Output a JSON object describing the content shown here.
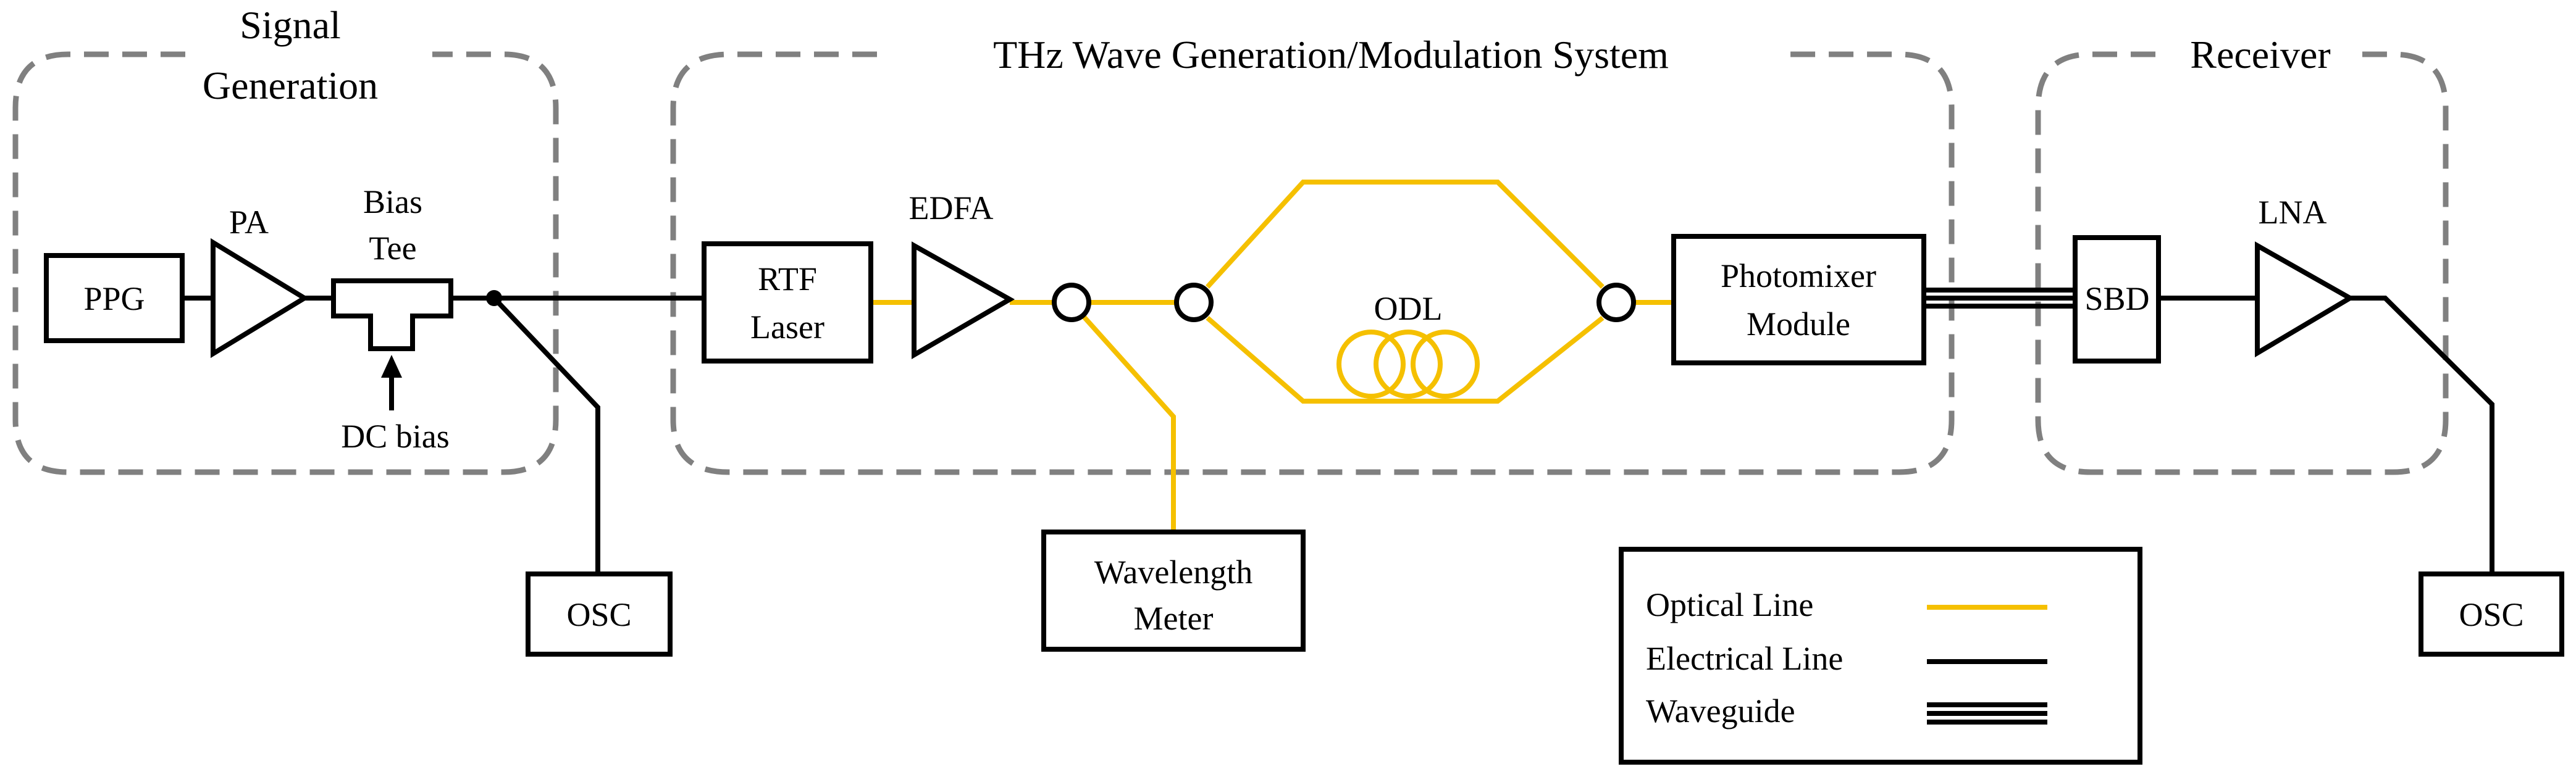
{
  "groups": {
    "signal_generation": [
      "Signal",
      "Generation"
    ],
    "thz_system": "THz Wave Generation/Modulation System",
    "receiver": "Receiver"
  },
  "components": {
    "ppg": "PPG",
    "pa": "PA",
    "bias_tee": [
      "Bias",
      "Tee"
    ],
    "dc_bias": "DC bias",
    "osc_left": "OSC",
    "rtf_laser": [
      "RTF",
      "Laser"
    ],
    "edfa": "EDFA",
    "odl": "ODL",
    "wavelength_meter": [
      "Wavelength",
      "Meter"
    ],
    "photomixer": [
      "Photomixer",
      "Module"
    ],
    "sbd": "SBD",
    "lna": "LNA",
    "osc_right": "OSC"
  },
  "legend": {
    "optical": "Optical Line",
    "electrical": "Electrical Line",
    "waveguide": "Waveguide"
  },
  "colors": {
    "optical_line": "#f5c000",
    "electrical_line": "#000000",
    "group_border": "#808080"
  }
}
